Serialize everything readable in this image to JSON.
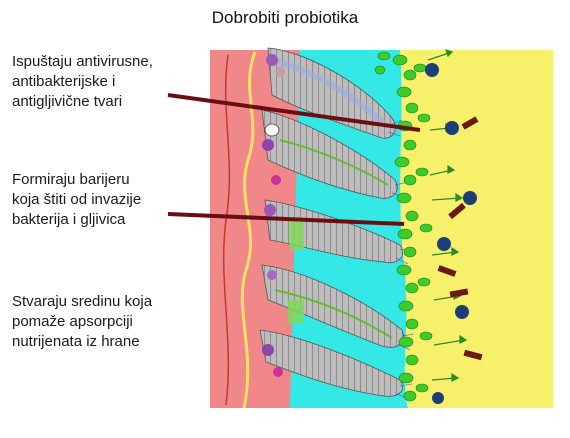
{
  "title": "Dobrobiti probiotika",
  "benefits": [
    {
      "lines": [
        "Ispuštaju antivirusne,",
        "antibakterijske i",
        "antigljivične tvari"
      ]
    },
    {
      "lines": [
        "Formiraju barijeru",
        "koja štiti od invazije",
        "bakterija i gljivica"
      ]
    },
    {
      "lines": [
        "Stvaraju sredinu koja",
        "pomaže apsorpciji",
        "nutrijenata iz hrane"
      ]
    }
  ],
  "colors": {
    "tissue": "#f0888a",
    "mucus": "#34e8e6",
    "lumen": "#f7f06a",
    "villus": "#b7b7b7",
    "bacteria_green": "#3ccc2c",
    "pathogen_blue": "#1c3f7a",
    "pathogen_rod": "#6d1818",
    "pointer_line": "#6a0e12"
  }
}
